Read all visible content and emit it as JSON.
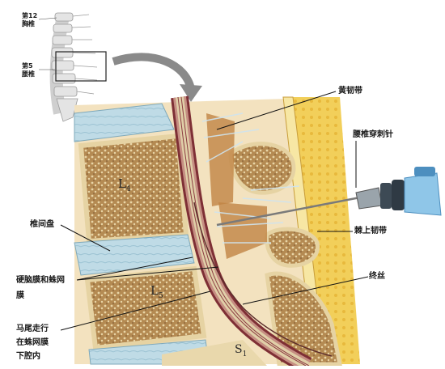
{
  "spine_inset": {
    "t12_line1": "第12",
    "t12_line2": "胸椎",
    "l5_line1": "第5",
    "l5_line2": "腰椎"
  },
  "labels": {
    "ligamentum_flavum": "黄韧带",
    "lumbar_needle": "腰椎穿刺针",
    "intervertebral_disc": "椎间盘",
    "supraspinous_ligament": "棘上韧带",
    "dura_arachnoid_line1": "硬脑膜和蛛网",
    "dura_arachnoid_line2": "膜",
    "filum_terminale": "终丝",
    "cauda_line1": "马尾走行",
    "cauda_line2": "在蛛网膜",
    "cauda_line3": "下腔内"
  },
  "vertebra_labels": {
    "l4_main": "L",
    "l4_sub": "4",
    "l5_main": "L",
    "l5_sub": "5",
    "s1_main": "S",
    "s1_sub": "1"
  },
  "colors": {
    "bone_spongy": "#a8804a",
    "bone_cortex": "#e9d9a8",
    "disc": "#b8d8e4",
    "ligament": "#f0d25c",
    "dura": "#8a3a3e",
    "csf": "#d8c8a0",
    "soft_tissue": "#f2e0bc"
  }
}
